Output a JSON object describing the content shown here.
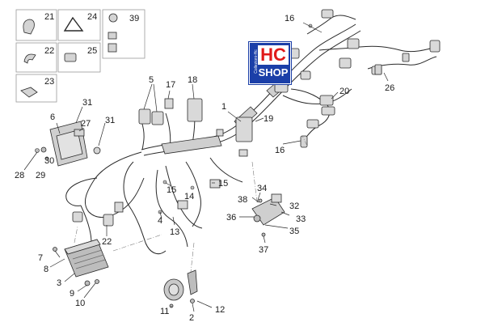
{
  "logo": {
    "main": "HC",
    "sub": "SHOP",
    "side_text": "Collezioni-Hc"
  },
  "callouts": {
    "c21": "21",
    "c24": "24",
    "c39": "39",
    "c22": "22",
    "c25": "25",
    "c23": "23",
    "c16a": "16",
    "c5": "5",
    "c17": "17",
    "c18": "18",
    "c1": "1",
    "c20": "20",
    "c26": "26",
    "c31a": "31",
    "c6": "6",
    "c27": "27",
    "c31b": "31",
    "c19": "19",
    "c16b": "16",
    "c28": "28",
    "c30": "30",
    "c29": "29",
    "c15a": "15",
    "c15b": "15",
    "c14": "14",
    "c34": "34",
    "c38": "38",
    "c32": "32",
    "c33": "33",
    "c36": "36",
    "c35": "35",
    "c4": "4",
    "c13": "13",
    "c22b": "22",
    "c37": "37",
    "c7": "7",
    "c8": "8",
    "c3": "3",
    "c9": "9",
    "c10": "10",
    "c11": "11",
    "c2": "2",
    "c12": "12"
  },
  "colors": {
    "line": "#2a2a2a",
    "part": "#c9c9c9",
    "part_dark": "#8a8a8a",
    "frame": "#9a9a9a",
    "logo_blue": "#1b3fa8",
    "logo_red": "#e01a1a"
  }
}
